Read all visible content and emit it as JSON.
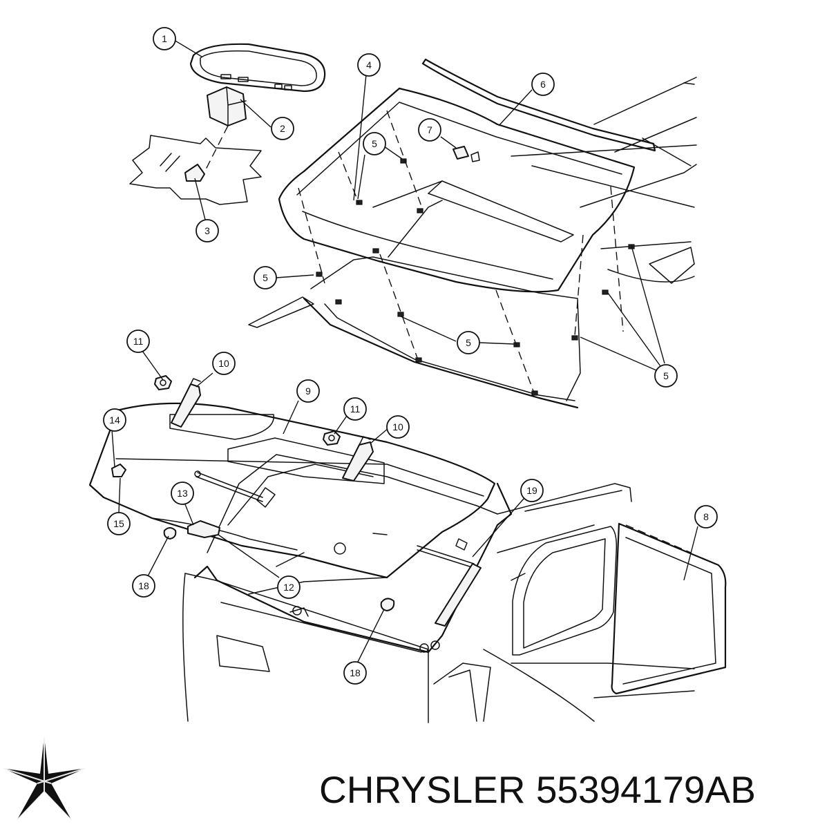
{
  "brand": "CHRYSLER",
  "part_number": "55394179AB",
  "logo_icon": "chrysler-star-icon",
  "callouts": [
    {
      "label": "1"
    },
    {
      "label": "2"
    },
    {
      "label": "3"
    },
    {
      "label": "4"
    },
    {
      "label": "5"
    },
    {
      "label": "5"
    },
    {
      "label": "5"
    },
    {
      "label": "5"
    },
    {
      "label": "6"
    },
    {
      "label": "7"
    },
    {
      "label": "8"
    },
    {
      "label": "9"
    },
    {
      "label": "10"
    },
    {
      "label": "10"
    },
    {
      "label": "11"
    },
    {
      "label": "11"
    },
    {
      "label": "12"
    },
    {
      "label": "13"
    },
    {
      "label": "14"
    },
    {
      "label": "15"
    },
    {
      "label": "18"
    },
    {
      "label": "18"
    },
    {
      "label": "19"
    }
  ]
}
